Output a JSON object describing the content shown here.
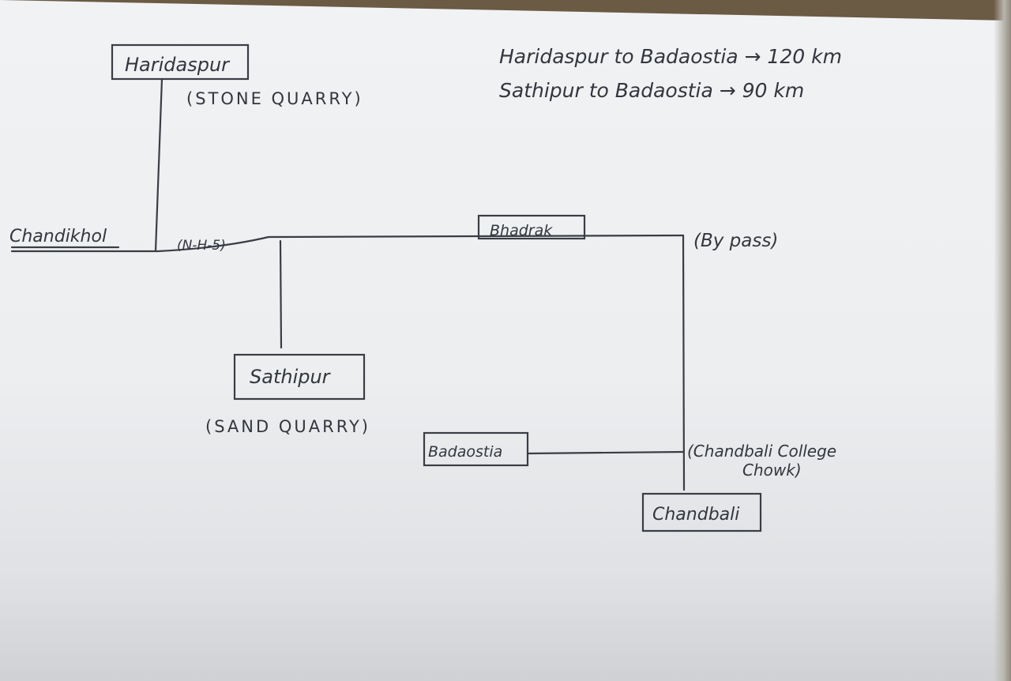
{
  "notes": {
    "line1": "Haridaspur to Badaostia → 120 km",
    "line2": "Sathipur to Badaostia → 90 km"
  },
  "places": {
    "haridaspur": "Haridaspur",
    "haridaspur_note": "(STONE QUARRY)",
    "chandikhol": "Chandikhol",
    "highway": "(N-H-5)",
    "bhadrak": "Bhadrak",
    "bypass": "(By pass)",
    "sathipur": "Sathipur",
    "sathipur_note": "(SAND QUARRY)",
    "badaostia": "Badaostia",
    "college_chowk_1": "(Chandbali College",
    "college_chowk_2": "Chowk)",
    "chandbali": "Chandbali"
  }
}
